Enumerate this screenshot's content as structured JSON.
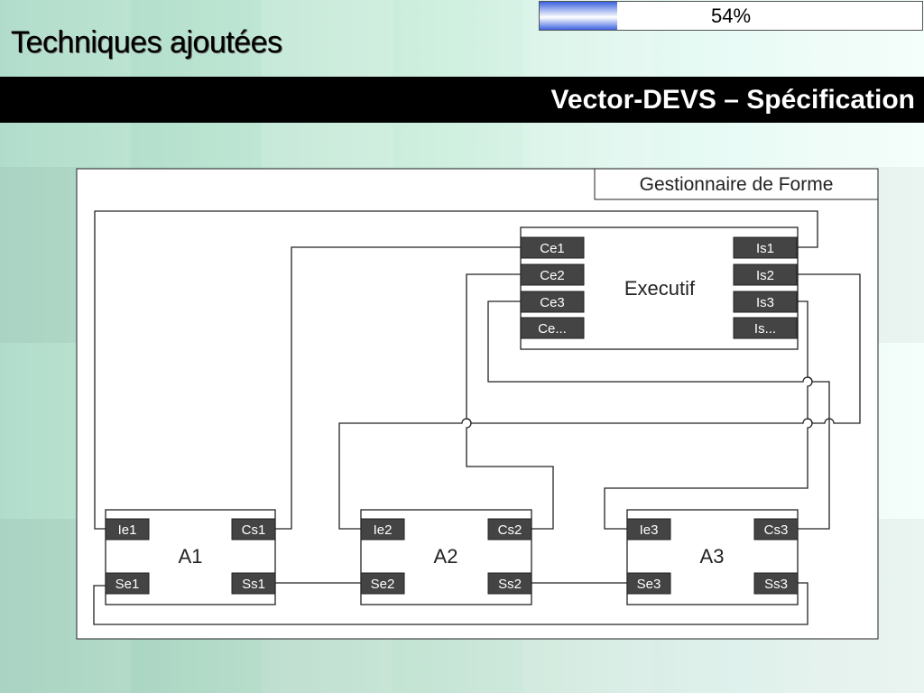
{
  "progress": {
    "value": 0.54,
    "label": "54%"
  },
  "header": {
    "title": "Techniques ajoutées",
    "subtitle": "Vector-DEVS – Spécification"
  },
  "diagram": {
    "container_label": "Gestionnaire de Forme",
    "executif": {
      "label": "Executif",
      "inputs": [
        "Ce1",
        "Ce2",
        "Ce3",
        "Ce..."
      ],
      "outputs": [
        "Is1",
        "Is2",
        "Is3",
        "Is..."
      ]
    },
    "agents": [
      {
        "label": "A1",
        "ports": [
          "Ie1",
          "Cs1",
          "Se1",
          "Ss1"
        ]
      },
      {
        "label": "A2",
        "ports": [
          "Ie2",
          "Cs2",
          "Se2",
          "Ss2"
        ]
      },
      {
        "label": "A3",
        "ports": [
          "Ie3",
          "Cs3",
          "Se3",
          "Ss3"
        ]
      }
    ]
  },
  "colors": {
    "port_fill": "#444444",
    "port_text": "#ffffff",
    "line": "#222222",
    "subtitle_bar": "#000000"
  }
}
